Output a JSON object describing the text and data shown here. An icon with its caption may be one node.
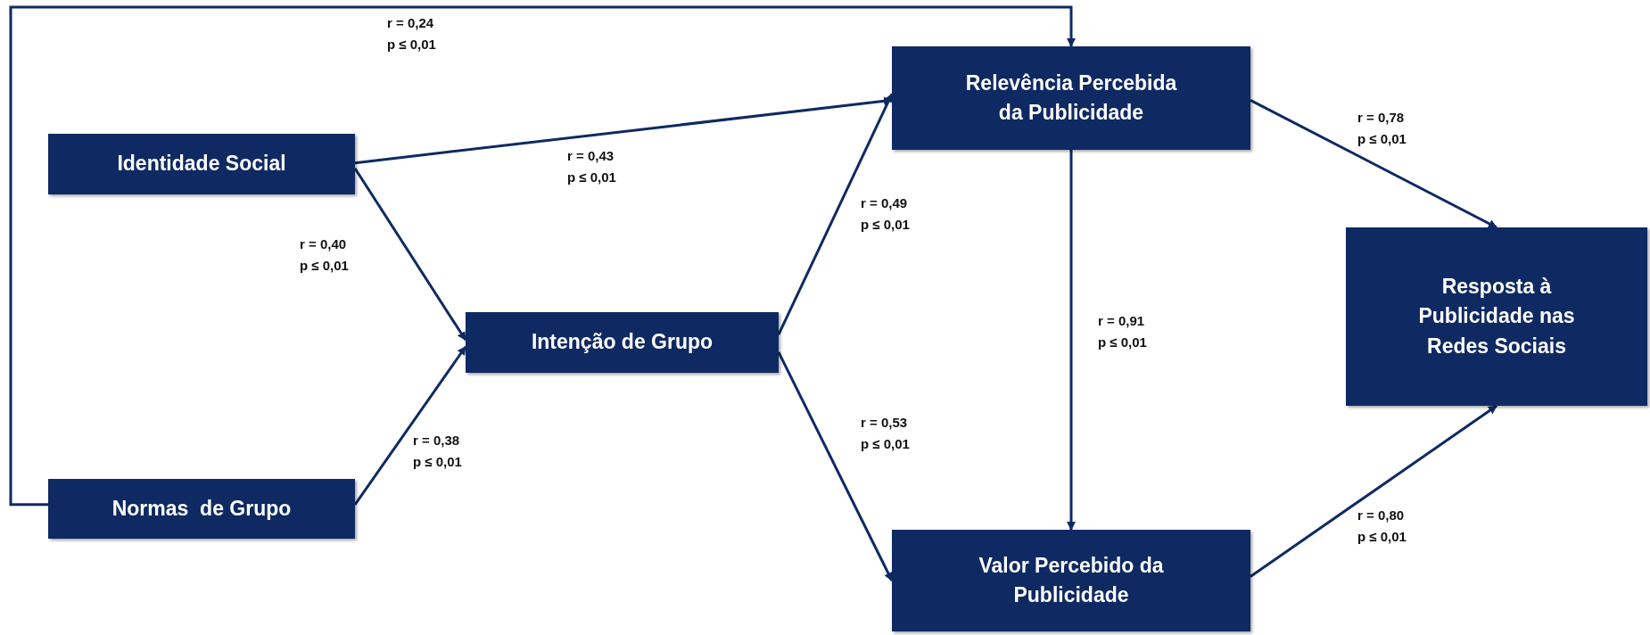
{
  "diagram": {
    "nodes": [
      {
        "text": [
          "Identidade Social"
        ]
      },
      {
        "text": [
          "Normas  de Grupo"
        ]
      },
      {
        "text": [
          "Intenção de Grupo"
        ]
      },
      {
        "text": [
          "Relevência Percebida da Publicidade"
        ]
      },
      {
        "text": [
          "Valor Percebido da Publicidade"
        ]
      },
      {
        "text": [
          "Resposta à Publicidade nas Redes Sociais"
        ]
      }
    ],
    "edges": [
      {
        "from": 0,
        "to": 3,
        "arrow": "to",
        "label": "r = 0,43 p ≤ 0,01"
      },
      {
        "from": 0,
        "to": 2,
        "arrow": "to",
        "label": "r = 0,40 p ≤ 0,01"
      },
      {
        "from": 1,
        "to": 2,
        "arrow": "to",
        "label": "r = 0,38 p ≤ 0,01"
      },
      {
        "from": 1,
        "to": 3,
        "arrow": "to",
        "label": "r = 0,24 p ≤ 0,01"
      },
      {
        "from": 2,
        "to": 3,
        "arrow": "to",
        "label": "r = 0,49 p ≤ 0,01"
      },
      {
        "from": 2,
        "to": 4,
        "arrow": "to",
        "label": "r = 0,53 p ≤ 0,01"
      },
      {
        "from": 3,
        "to": 4,
        "arrow": "to",
        "label": "r = 0,91 p ≤ 0,01"
      },
      {
        "from": 3,
        "to": 5,
        "arrow": "to",
        "label": "r = 0,78 p ≤ 0,01"
      },
      {
        "from": 4,
        "to": 5,
        "arrow": "to",
        "label": "r = 0,80 p ≤ 0,01"
      }
    ]
  }
}
